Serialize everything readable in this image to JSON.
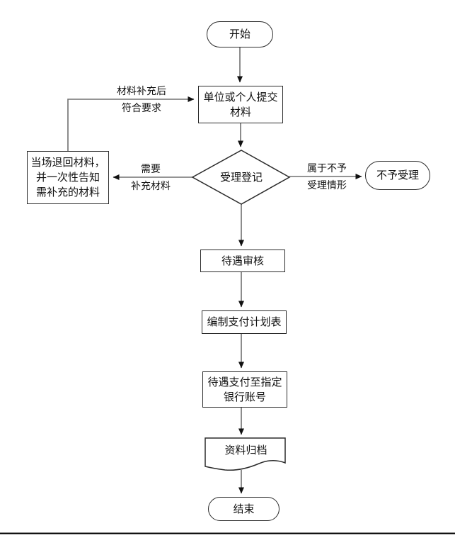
{
  "diagram": {
    "type": "flowchart",
    "language": "zh-CN",
    "nodes": {
      "start": "开始",
      "submit": "单位或个人提交\n材料",
      "decision": "受理登记",
      "return": "当场退回材料，\n并一次性告知\n需补充的材料",
      "reject": "不予受理",
      "review": "待遇审核",
      "plan": "编制支付计划表",
      "pay": "待遇支付至指定\n银行账号",
      "archive": "资料归档",
      "end": "结束"
    },
    "edge_labels": {
      "resubmit": "材料补充后\n符合要求",
      "need_supplement": "需要\n补充材料",
      "not_acceptable": "属于不予\n受理情形"
    },
    "colors": {
      "background": "#ffffff",
      "shape_border": "#2b2b2b",
      "connector_line": "#707070",
      "arrowhead": "#111111",
      "text": "#111111",
      "footer_rule": "#000000"
    }
  }
}
